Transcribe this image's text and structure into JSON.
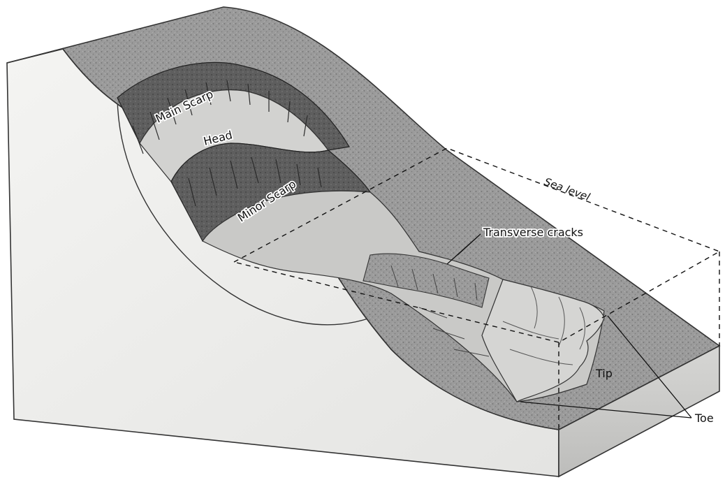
{
  "diagram": {
    "labels": {
      "main_scarp": "Main Scarp",
      "head": "Head",
      "minor_scarp": "Minor Scarp",
      "sea_level": "Sea level",
      "transverse_cracks": "Transverse cracks",
      "tip": "Tip",
      "toe": "Toe"
    }
  }
}
